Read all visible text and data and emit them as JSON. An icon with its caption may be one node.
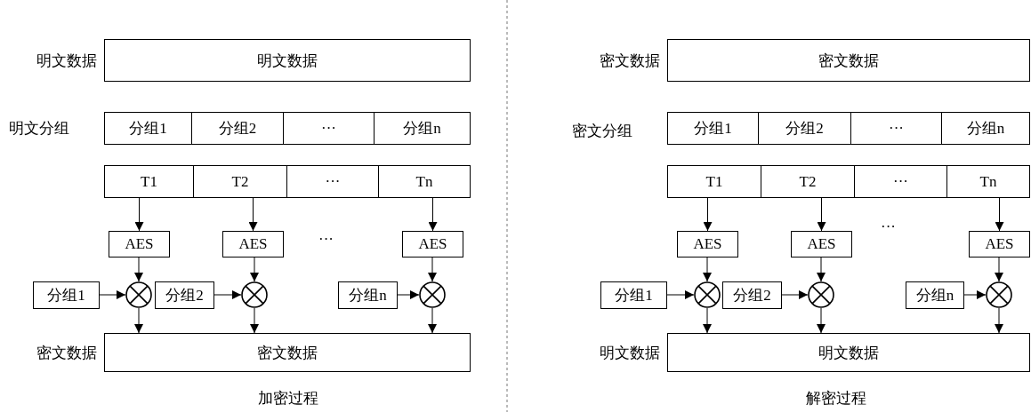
{
  "diagram": {
    "nodes": [
      {
        "text": [
          "明文数据"
        ],
        "beside": [
          "明文数据"
        ]
      },
      {
        "text": [
          "分组1"
        ]
      },
      {
        "text": [
          "分组2"
        ]
      },
      {
        "text": [
          "···"
        ]
      },
      {
        "text": [
          "分组n"
        ]
      },
      {
        "text": [
          "T1"
        ]
      },
      {
        "text": [
          "T2"
        ]
      },
      {
        "text": [
          "···"
        ]
      },
      {
        "text": [
          "Tn"
        ]
      },
      {
        "text": [
          "AES"
        ]
      },
      {
        "text": [
          "AES"
        ]
      },
      {
        "text": [
          "AES"
        ]
      },
      {
        "text": [
          "分组1"
        ]
      },
      {
        "text": [],
        "shape": "circle"
      },
      {
        "text": [
          "分组2"
        ]
      },
      {
        "text": [],
        "shape": "circle"
      },
      {
        "text": [
          "分组n"
        ]
      },
      {
        "text": [],
        "shape": "circle"
      },
      {
        "text": [
          "密文数据"
        ],
        "beside": [
          "密文数据"
        ]
      },
      {
        "text": [
          "密文数据"
        ],
        "beside": [
          "密文数据"
        ]
      },
      {
        "text": [
          "分组1"
        ]
      },
      {
        "text": [
          "分组2"
        ]
      },
      {
        "text": [
          "···"
        ]
      },
      {
        "text": [
          "分组n"
        ]
      },
      {
        "text": [
          "T1"
        ]
      },
      {
        "text": [
          "T2"
        ]
      },
      {
        "text": [
          "···"
        ]
      },
      {
        "text": [
          "Tn"
        ]
      },
      {
        "text": [
          "AES"
        ]
      },
      {
        "text": [
          "AES"
        ]
      },
      {
        "text": [
          "AES"
        ]
      },
      {
        "text": [
          "分组1"
        ]
      },
      {
        "text": [],
        "shape": "circle"
      },
      {
        "text": [
          "分组2"
        ]
      },
      {
        "text": [],
        "shape": "circle"
      },
      {
        "text": [
          "分组n"
        ]
      },
      {
        "text": [],
        "shape": "circle"
      },
      {
        "text": [
          "明文数据"
        ],
        "beside": [
          "明文数据"
        ]
      }
    ],
    "edges": [
      {
        "from": 5,
        "to": 9,
        "arrow": "to"
      },
      {
        "from": 6,
        "to": 10,
        "arrow": "to"
      },
      {
        "from": 8,
        "to": 11,
        "arrow": "to"
      },
      {
        "from": 9,
        "to": 13,
        "arrow": "to"
      },
      {
        "from": 10,
        "to": 15,
        "arrow": "to"
      },
      {
        "from": 11,
        "to": 17,
        "arrow": "to"
      },
      {
        "from": 12,
        "to": 13,
        "arrow": "to"
      },
      {
        "from": 14,
        "to": 15,
        "arrow": "to"
      },
      {
        "from": 16,
        "to": 17,
        "arrow": "to"
      },
      {
        "from": 13,
        "to": 18,
        "arrow": "to"
      },
      {
        "from": 15,
        "to": 18,
        "arrow": "to"
      },
      {
        "from": 17,
        "to": 18,
        "arrow": "to"
      },
      {
        "from": 24,
        "to": 28,
        "arrow": "to"
      },
      {
        "from": 25,
        "to": 29,
        "arrow": "to"
      },
      {
        "from": 27,
        "to": 30,
        "arrow": "to"
      },
      {
        "from": 28,
        "to": 32,
        "arrow": "to"
      },
      {
        "from": 29,
        "to": 34,
        "arrow": "to"
      },
      {
        "from": 30,
        "to": 36,
        "arrow": "to"
      },
      {
        "from": 31,
        "to": 32,
        "arrow": "to"
      },
      {
        "from": 33,
        "to": 34,
        "arrow": "to"
      },
      {
        "from": 35,
        "to": 36,
        "arrow": "to"
      },
      {
        "from": 32,
        "to": 37,
        "arrow": "to"
      },
      {
        "from": 34,
        "to": 37,
        "arrow": "to"
      },
      {
        "from": 36,
        "to": 37,
        "arrow": "to"
      }
    ],
    "labels": [
      "明文分组",
      "···",
      "加密过程",
      "密文分组",
      "···",
      "解密过程"
    ]
  }
}
